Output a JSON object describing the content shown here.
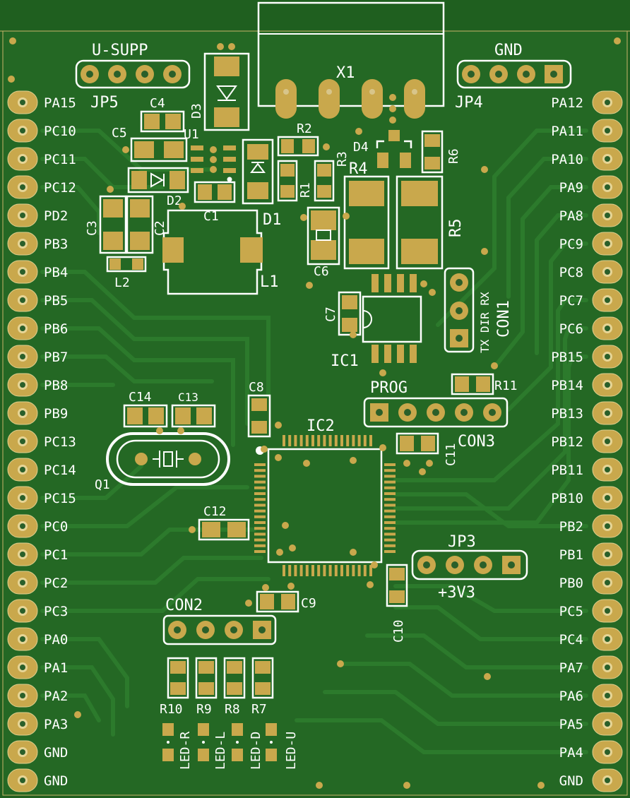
{
  "board": {
    "left_pins": [
      "PA15",
      "PC10",
      "PC11",
      "PC12",
      "PD2",
      "PB3",
      "PB4",
      "PB5",
      "PB6",
      "PB7",
      "PB8",
      "PB9",
      "PC13",
      "PC14",
      "PC15",
      "PC0",
      "PC1",
      "PC2",
      "PC3",
      "PA0",
      "PA1",
      "PA2",
      "PA3",
      "GND",
      "GND"
    ],
    "right_pins": [
      "PA12",
      "PA11",
      "PA10",
      "PA9",
      "PA8",
      "PC9",
      "PC8",
      "PC7",
      "PC6",
      "PB15",
      "PB14",
      "PB13",
      "PB12",
      "PB11",
      "PB10",
      "PB2",
      "PB1",
      "PB0",
      "PC5",
      "PC4",
      "PA7",
      "PA6",
      "PA5",
      "PA4",
      "GND"
    ],
    "labels": {
      "u_supp": "U-SUPP",
      "jp5": "JP5",
      "gnd_top": "GND",
      "jp4": "JP4",
      "x1": "X1",
      "c4": "C4",
      "c5": "C5",
      "d3": "D3",
      "u1": "U1",
      "r2": "R2",
      "r3": "R3",
      "d4": "D4",
      "r4": "R4",
      "r6": "R6",
      "r1": "R1",
      "d2": "D2",
      "c1": "C1",
      "d1": "D1",
      "c3": "C3",
      "c2": "C2",
      "l2": "L2",
      "l1": "L1",
      "c6": "C6",
      "r5": "R5",
      "c7": "C7",
      "ic1": "IC1",
      "con1_pins": "TX DIR RX",
      "con1": "CON1",
      "prog": "PROG",
      "r11": "R11",
      "c8": "C8",
      "c14": "C14",
      "c13": "C13",
      "ic2": "IC2",
      "c11": "C11",
      "con3": "CON3",
      "q1": "Q1",
      "c12": "C12",
      "jp3": "JP3",
      "v33": "+3V3",
      "c9": "C9",
      "c10": "C10",
      "con2": "CON2",
      "r10": "R10",
      "r9": "R9",
      "r8": "R8",
      "r7": "R7",
      "led_r": "LED-R",
      "led_l": "LED-L",
      "led_d": "LED-D",
      "led_u": "LED-U"
    }
  }
}
